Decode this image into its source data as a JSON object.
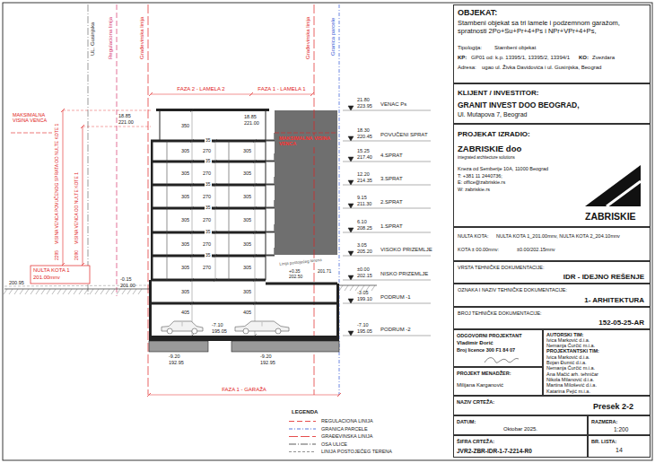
{
  "diagram": {
    "nodes": [
      {
        "text": [
          "OBJEKAT:",
          "Stambeni objekat sa tri lamele i podzemnom garažom, spratnosti 2Po+Su+Pr+4+Ps i NPr+VPr+4+Ps,",
          "Tipologija:",
          "Stambeni objekat",
          "KP:",
          "GP01 od: k.p. 13395/1, 13395/2, 13394/1",
          "KO:",
          "Zvezdara",
          "Adresa:",
          "ugao ul. Živka Davidovića i ul. Gusinjska, Beograd"
        ]
      },
      {
        "text": [
          "KLIJENT / INVESTITOR:",
          "GRANIT INVEST DOO BEOGRAD,",
          "Ul. Mutapova 7, Beograd"
        ]
      },
      {
        "text": [
          "PROJEKAT IZRADIO:",
          "ZABRISKIE doo",
          "integrated architecture solutions",
          "Kneza od Semberije 10A, 11000 Beograd",
          "T: +381 11 2440736;",
          "E: office@zabriskie.rs",
          "W: zabriskie.rs",
          "ZABRISKIE"
        ]
      },
      {
        "text": [
          "NULTA KOTA:",
          "NULTA KOTA 1_201.00mnv, NULTA KOTA 2_204.10mnv",
          "KOTA ± 00.00mnv:",
          "±0.00/202.15mnv"
        ]
      },
      {
        "text": [
          "VRSTA TEHNIČKE DOKUMENTACIJE:",
          "IDR - IDEJNO REŠENJE"
        ]
      },
      {
        "text": [
          "OZNAKA I NAZIV TEHNIČKE DOKUMENTACIJE:",
          "1- ARHITEKTURA"
        ]
      },
      {
        "text": [
          "BROJ TEHNIČKE DOKUMENTACIJE:",
          "152-05-25-AR"
        ]
      },
      {
        "text": [
          "ODGOVORNI PROJEKTANT",
          "Vladimir Đorić",
          "Broj licence 300 F1 84 07"
        ]
      },
      {
        "text": [
          "AUTORSKI TIM:",
          "Ivica Marković d.i.a.",
          "Nemanja Ćurčić m.i.a.",
          "PROJEKTANTSKI TIM:",
          "Ivica Marković d.i.a.",
          "Bojan Đumić d.i.a.",
          "Nemanja Ćurčić m.i.a.",
          "Ana Mačić arh. tehničar",
          "Nikola Milanović d.i.a.",
          "Martina Milošević d.i.a.",
          "Katarina Pejić m.i.a."
        ]
      },
      {
        "text": [
          "PROJEKT MENADŽER:",
          "Milijana Karganović"
        ]
      },
      {
        "text": [
          "NAZIV CRTEŽA:",
          "Presek 2-2"
        ]
      },
      {
        "text": [
          "DATUM:",
          "Oktobar 2025."
        ]
      },
      {
        "text": [
          "RAZMERA:",
          "1:200"
        ]
      },
      {
        "text": [
          "ŠIFRA CRTEŽA:",
          "JVR2-ZBR-IDR-1-7-2214-R0"
        ]
      },
      {
        "text": [
          "BR. LISTA:",
          "14"
        ]
      }
    ],
    "labels": [
      "UL. Gusinjska",
      "Regulaciona linija",
      "Građevinska linija",
      "Građevinska linija",
      "Granica parcele",
      "FAZA 2 - LAMELA 2",
      "FAZA 1 - LAMELA 1",
      "21.80",
      "223.95",
      "VENAC Ps",
      "18.30",
      "220.45",
      "POVUČENI SPRAT",
      "15.25",
      "217.40",
      "4.SPRAT",
      "12.20",
      "214.35",
      "3.SPRAT",
      "9.15",
      "211.30",
      "2.SPRAT",
      "6.10",
      "208.25",
      "1.SPRAT",
      "3.05",
      "205.20",
      "VISOKO PRIZEMLJE",
      "±0.00",
      "202.15",
      "NISKO PRIZEMLJE",
      "-3.05",
      "199.10",
      "PODRUM -1",
      "-7.10",
      "195.05",
      "PODRUM -2",
      "18.85",
      "221.00",
      "MAKSIMALNA VISINA VENCA",
      "18.85",
      "221.00",
      "MAKSIMALNA VISINA VENCA",
      "2295",
      "VISINA VENCA POVUČENOG SPRATA OD NULTE KOTE 1",
      "2090",
      "VISINA VENCA OD NULTE KOTE 1",
      "NULTA KOTA 1",
      "201.00mnv",
      "-0.15",
      "201.00",
      "200.95",
      "201.71",
      "+0.35",
      "202.50",
      "Linija postojećeg terena",
      "350",
      "305",
      "305",
      "305",
      "305",
      "305",
      "305",
      "305",
      "405",
      "35",
      "270",
      "35",
      "270",
      "35",
      "270",
      "35",
      "270",
      "35",
      "270",
      "35",
      "270",
      "305",
      "305",
      "305",
      "305",
      "305",
      "305",
      "305",
      "405",
      "-9.20",
      "192.95",
      "-9.20",
      "192.95",
      "-7.10",
      "195.05",
      "FAZA 1 - GARAŽA",
      "LEGENDA"
    ],
    "legend": [
      {
        "text": "REGULACIONA LINIJA"
      },
      {
        "text": "GRANICA PARCELE"
      },
      {
        "text": "GRAĐEVINSKA LINIJA"
      },
      {
        "text": "OSA ULICE"
      },
      {
        "text": "LINIJA POSTOJEĆEG TERENA"
      }
    ]
  }
}
